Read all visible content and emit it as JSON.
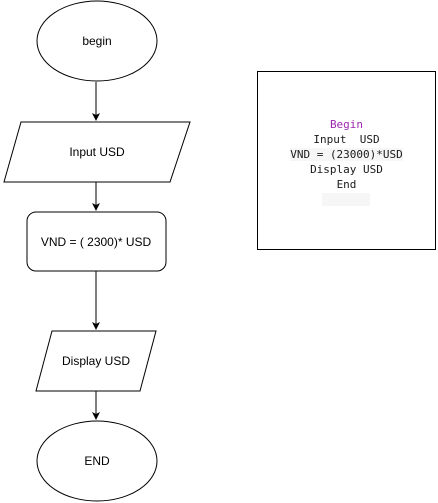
{
  "flowchart": {
    "start_label": "begin",
    "input_label": "Input USD",
    "process_label": "VND = ( 2300)* USD",
    "output_label": "Display USD",
    "end_label": "END"
  },
  "pseudocode": {
    "line1": "Begin",
    "line2": "Input  USD",
    "line3": "VND = (23000)*USD",
    "line4": "Display USD",
    "line5": "End"
  },
  "colors": {
    "stroke": "#000000",
    "keyword": "#9c27b0",
    "text": "#1a1a1a"
  }
}
